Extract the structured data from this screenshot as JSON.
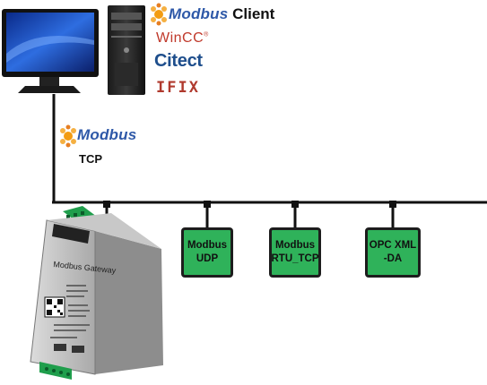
{
  "client": {
    "modbus_word": "Modbus",
    "client_word": "Client",
    "scada": [
      "WinCC",
      "Citect",
      "IFIX"
    ]
  },
  "tcp_label": {
    "modbus_word": "Modbus",
    "protocol": "TCP"
  },
  "gateway": {
    "name": "Modbus Gateway"
  },
  "protocol_boxes": [
    {
      "line1": "Modbus",
      "line2": "UDP"
    },
    {
      "line1": "Modbus",
      "line2": "RTU_TCP"
    },
    {
      "line1": "OPC XML",
      "line2": "-DA"
    }
  ],
  "colors": {
    "box_fill": "#2fb25a",
    "modbus_blue": "#2f59a8",
    "bus_line": "#111111"
  }
}
